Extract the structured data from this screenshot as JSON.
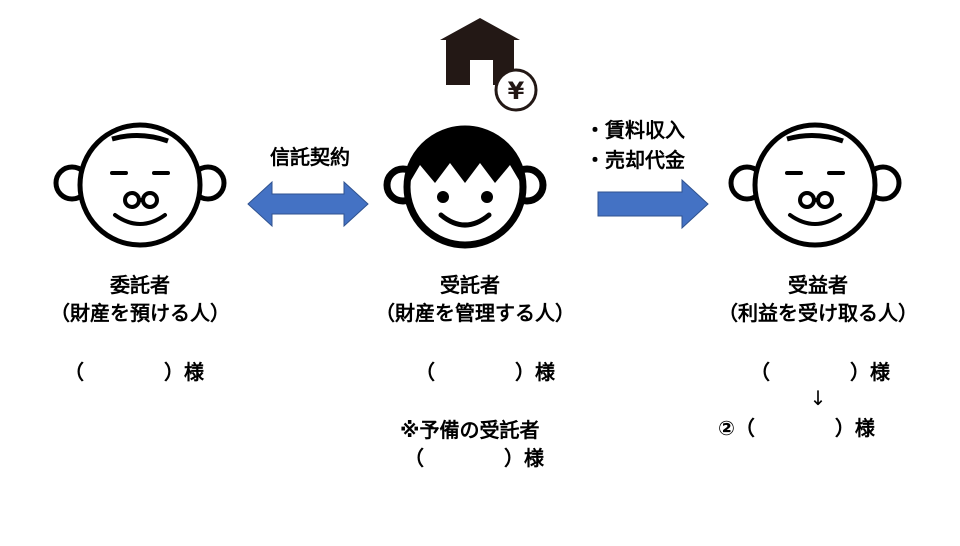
{
  "colors": {
    "arrow": "#4472C4",
    "ink": "#000000"
  },
  "settlor": {
    "title": "委託者",
    "subtitle": "（財産を預ける人）",
    "name_line": "（　　　　）様"
  },
  "trustee": {
    "title": "受託者",
    "subtitle": "（財産を管理する人）",
    "name_line": "（　　　　）様",
    "backup_title": "※予備の受託者",
    "backup_name_line": "（　　　　）様"
  },
  "beneficiary": {
    "title": "受益者",
    "subtitle": "（利益を受け取る人）",
    "name_line": "（　　　　）様",
    "down_arrow": "↓",
    "second_name_line": "②（　　　　）様"
  },
  "contract_label": "信託契約",
  "income": {
    "item1": "・賃料収入",
    "item2": "・売却代金"
  },
  "icons": {
    "house": "house-icon",
    "yen": "¥"
  }
}
